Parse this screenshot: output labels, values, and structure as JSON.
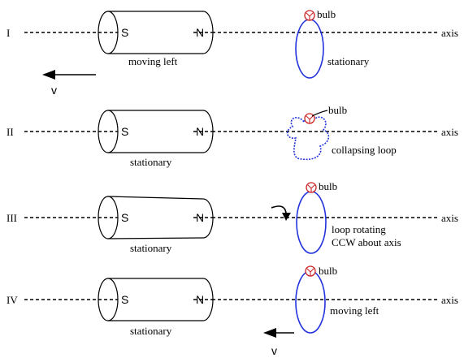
{
  "rows": [
    {
      "label": "I",
      "magnet_south": "S",
      "magnet_north": "N",
      "magnet_state": "moving left",
      "velocity_label": "v",
      "bulb_label": "bulb",
      "loop_state": "stationary",
      "axis_label": "axis"
    },
    {
      "label": "II",
      "magnet_south": "S",
      "magnet_north": "N",
      "magnet_state": "stationary",
      "bulb_label": "bulb",
      "loop_state": "collapsing loop",
      "axis_label": "axis"
    },
    {
      "label": "III",
      "magnet_south": "S",
      "magnet_north": "N",
      "magnet_state": "stationary",
      "bulb_label": "bulb",
      "loop_state_line1": "loop rotating",
      "loop_state_line2": "CCW about axis",
      "axis_label": "axis"
    },
    {
      "label": "IV",
      "magnet_south": "S",
      "magnet_north": "N",
      "magnet_state": "stationary",
      "bulb_label": "bulb",
      "loop_state": "moving left",
      "velocity_label": "v",
      "axis_label": "axis"
    }
  ],
  "colors": {
    "loop": "#2233dd",
    "bulb": "#cc2222",
    "line": "#000000"
  }
}
